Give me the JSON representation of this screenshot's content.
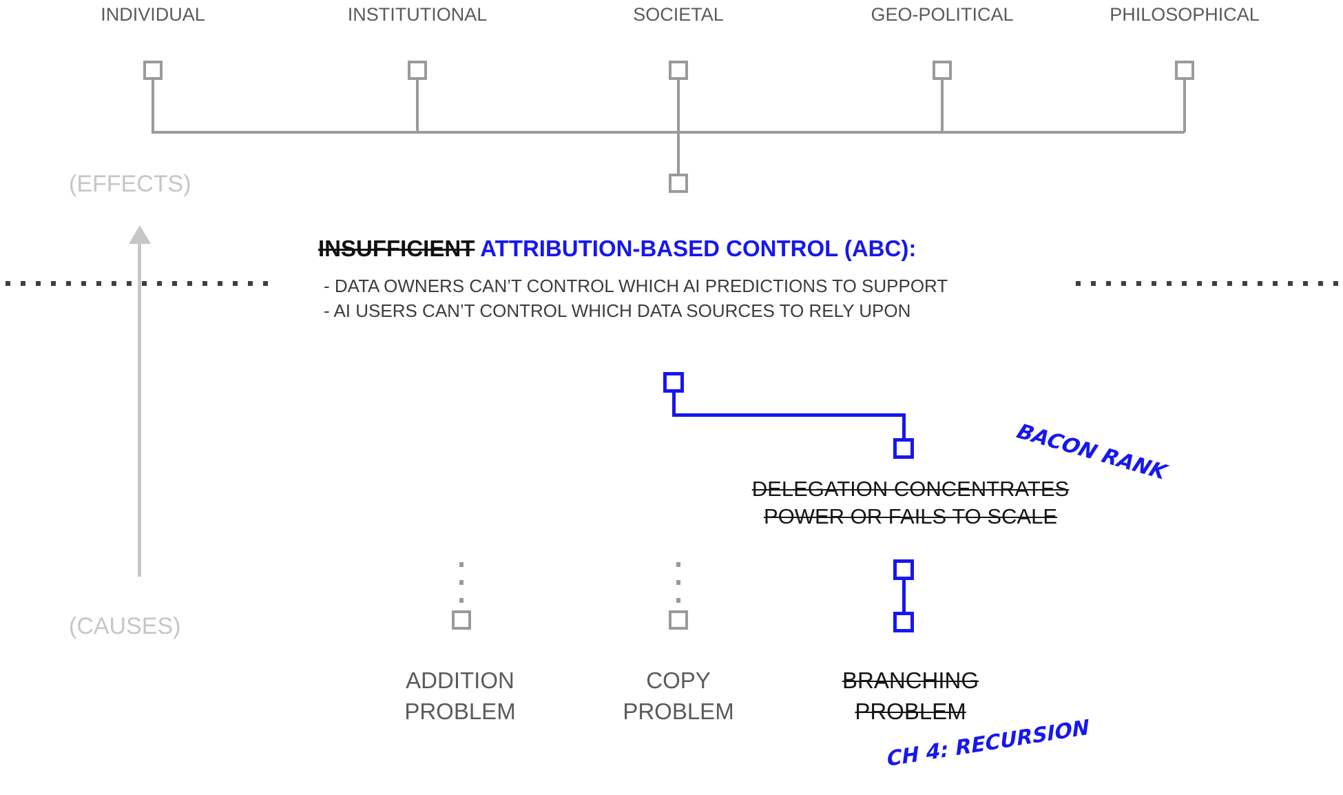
{
  "effects": {
    "axis_label": "(EFFECTS)",
    "categories": [
      {
        "label": "INDIVIDUAL"
      },
      {
        "label": "INSTITUTIONAL"
      },
      {
        "label": "SOCIETAL"
      },
      {
        "label": "GEO-POLITICAL"
      },
      {
        "label": "PHILOSOPHICAL"
      }
    ]
  },
  "causes": {
    "axis_label": "(CAUSES)"
  },
  "abc": {
    "struck_word": "INSUFFICIENT",
    "title": "ATTRIBUTION-BASED CONTROL (ABC):",
    "bullet1": "- DATA OWNERS CAN’T CONTROL WHICH AI PREDICTIONS TO SUPPORT",
    "bullet2": "- AI USERS CAN’T CONTROL WHICH DATA SOURCES TO RELY UPON"
  },
  "delegation": {
    "line1": "DELEGATION CONCENTRATES",
    "line2": "POWER OR FAILS TO SCALE"
  },
  "problems": {
    "addition": {
      "line1": "ADDITION",
      "line2": "PROBLEM"
    },
    "copy": {
      "line1": "COPY",
      "line2": "PROBLEM"
    },
    "branching": {
      "line1": "BRANCHING",
      "line2": "PROBLEM"
    }
  },
  "handwritten": {
    "bacon_rank": "BACON RANK",
    "ch4": "CH 4: RECURSION"
  },
  "colors": {
    "blue": "#1717ee",
    "gray": "#9a9a9a",
    "light_gray": "#c6c6c6",
    "dark_gray": "#3c3c3c",
    "black": "#111111"
  }
}
